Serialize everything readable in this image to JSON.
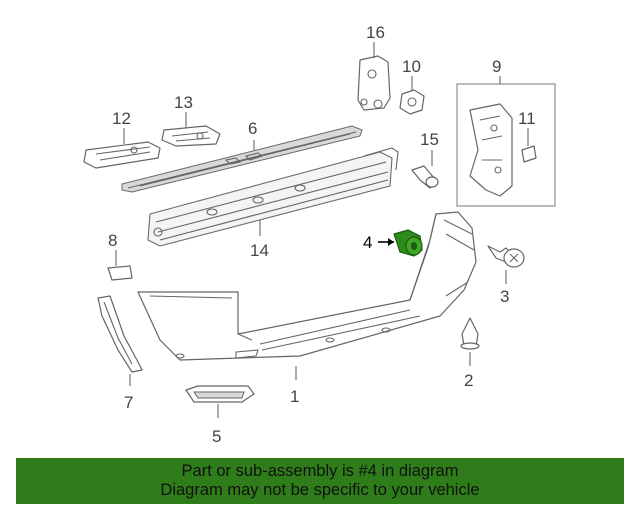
{
  "callouts": {
    "c1": "1",
    "c2": "2",
    "c3": "3",
    "c4": "4",
    "c5": "5",
    "c6": "6",
    "c7": "7",
    "c8": "8",
    "c9": "9",
    "c10": "10",
    "c11": "11",
    "c12": "12",
    "c13": "13",
    "c14": "14",
    "c15": "15",
    "c16": "16"
  },
  "highlight": {
    "part_number": "4",
    "color": "#2f8a1c"
  },
  "banner": {
    "line1": "Part or sub-assembly is #4 in diagram",
    "line2": "Diagram may not be specific to your vehicle",
    "background": "#2e7d1a"
  }
}
